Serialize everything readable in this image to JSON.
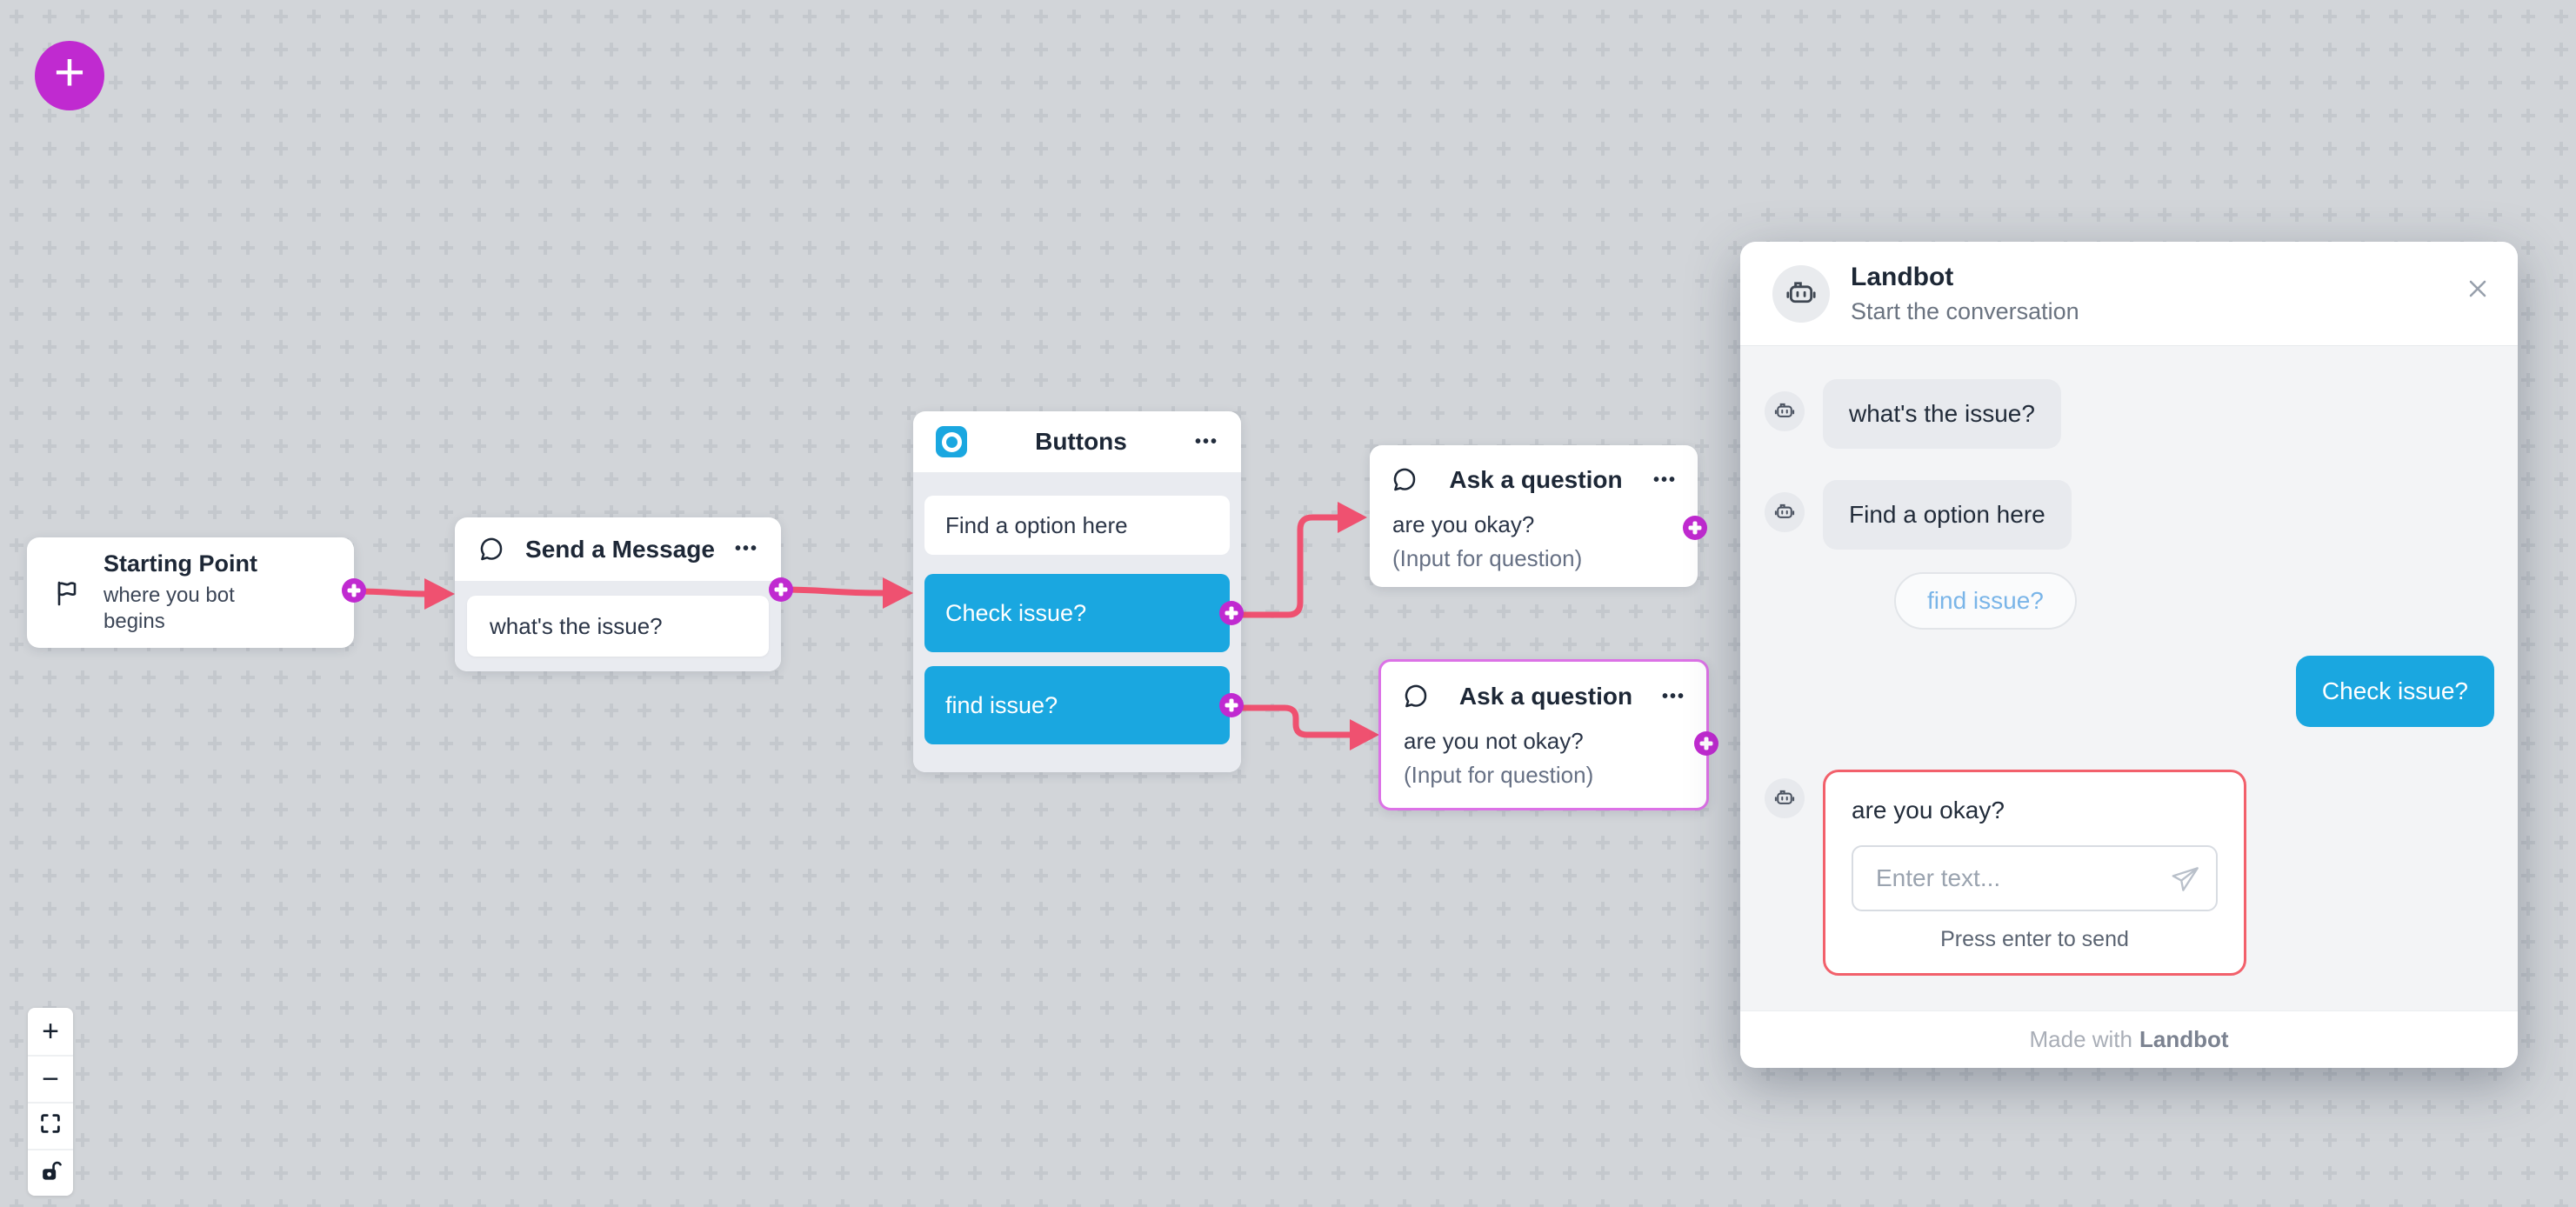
{
  "ui": {
    "menu_dots": "•••",
    "colors": {
      "accent_blue": "#1aa7e0",
      "magenta": "#c02ad0",
      "connector_pink": "#ef5170",
      "selected_node_border": "#dc72e6",
      "input_card_border": "#f2606b",
      "canvas_background": "#d2d5d9"
    }
  },
  "canvas": {
    "fab_label": "+",
    "zoom_controls": {
      "zoom_in": "+",
      "zoom_out": "−"
    }
  },
  "nodes": {
    "starting_point": {
      "title": "Starting Point",
      "subtitle": "where you bot begins"
    },
    "send_message": {
      "title": "Send a Message",
      "message": "what's the issue?"
    },
    "buttons": {
      "title": "Buttons",
      "option_placeholder": "Find a option here",
      "options": [
        "Check issue?",
        "find issue?"
      ]
    },
    "ask_question_1": {
      "title": "Ask a question",
      "question": "are you okay?",
      "hint": "(Input for question)"
    },
    "ask_question_2": {
      "title": "Ask a question",
      "question": "are you not okay?",
      "hint": "(Input for question)"
    }
  },
  "chat": {
    "title": "Landbot",
    "subtitle": "Start the conversation",
    "messages": {
      "bot_1": "what's the issue?",
      "bot_2": "Find a option here",
      "quick_reply": "find issue?",
      "user_reply": "Check issue?"
    },
    "input_card": {
      "question": "are you okay?",
      "placeholder": "Enter text...",
      "hint": "Press enter to send"
    },
    "footer": {
      "prefix": "Made with",
      "brand": "Landbot"
    }
  }
}
